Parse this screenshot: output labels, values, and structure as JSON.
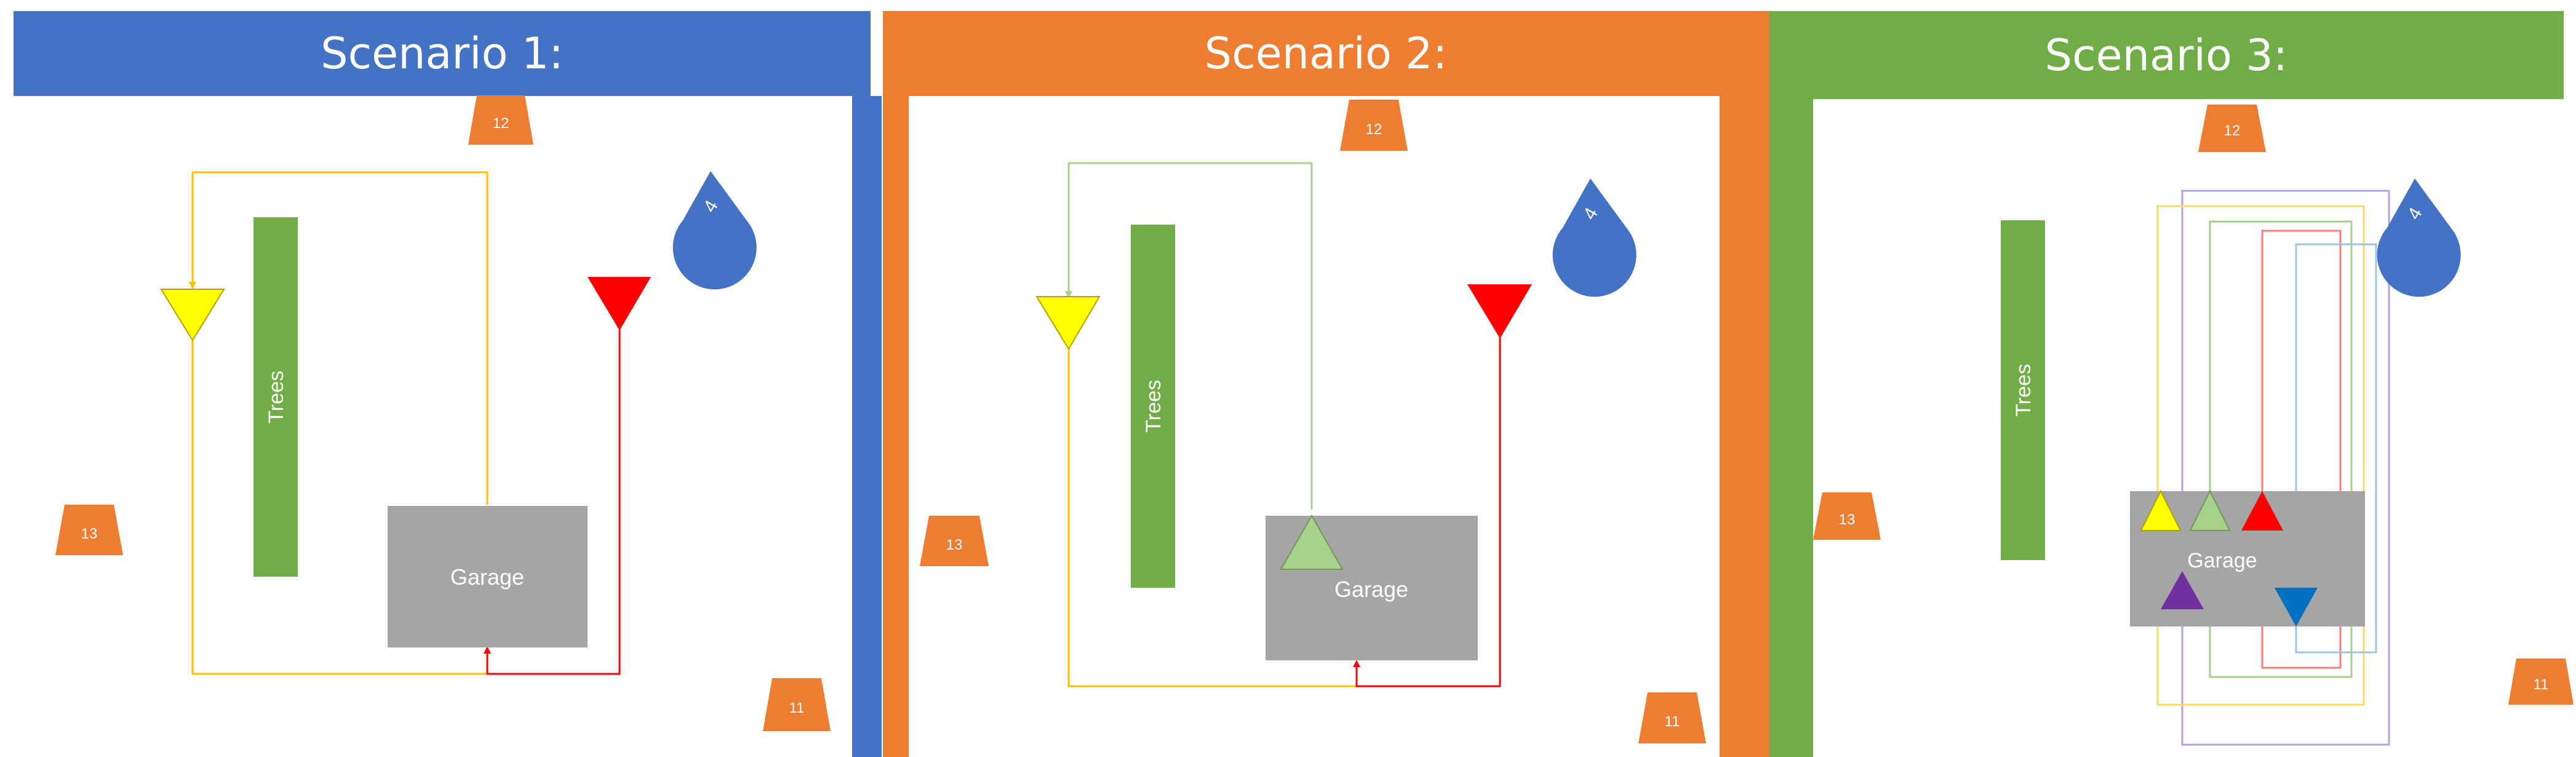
{
  "scenarios": [
    {
      "title": "Scenario 1:",
      "color": "#4472C4"
    },
    {
      "title": "Scenario 2:",
      "color": "#ED7D31"
    },
    {
      "title": "Scenario 3:",
      "color": "#70AD47"
    }
  ],
  "labels": {
    "trees": "Trees",
    "garage": "Garage",
    "marker_12": "12",
    "marker_13": "13",
    "marker_11": "11",
    "marker_4": "4"
  },
  "colors": {
    "marker_fill": "#ED7D31",
    "trees_fill": "#70AD47",
    "garage_fill": "#A5A5A5",
    "quarter_circle_fill": "#4472C4",
    "yellow": "#FFFF00",
    "red": "#FF0000",
    "light_green": "#A9D18E",
    "purple": "#7030A0",
    "blue": "#0070C0"
  }
}
